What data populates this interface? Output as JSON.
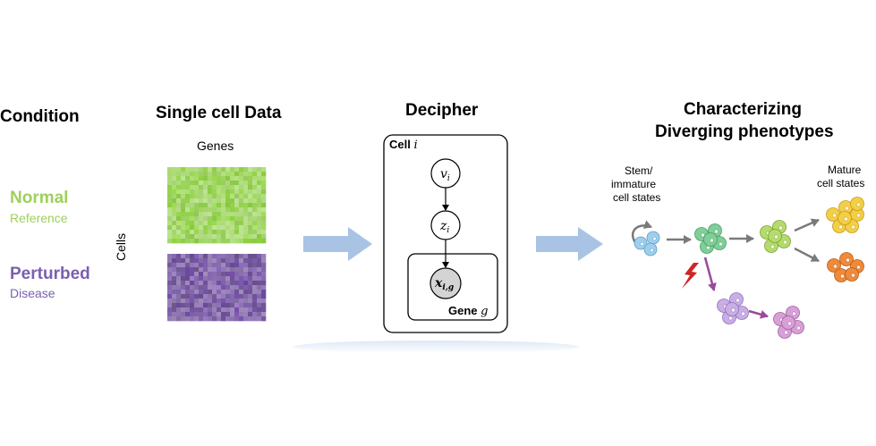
{
  "headers": {
    "condition": "Condition",
    "single_cell": "Single cell Data",
    "decipher": "Decipher",
    "characterizing_line1": "Characterizing",
    "characterizing_line2": "Diverging phenotypes"
  },
  "matrix": {
    "genes_label": "Genes",
    "cells_label": "Cells"
  },
  "conditions": {
    "normal": "Normal",
    "reference": "Reference",
    "perturbed": "Perturbed",
    "disease": "Disease"
  },
  "model": {
    "plate_outer": "Cell",
    "plate_outer_index": "i",
    "plate_inner": "Gene",
    "plate_inner_index": "g",
    "node_v": "v",
    "node_v_sub": "i",
    "node_z": "z",
    "node_z_sub": "i",
    "node_x": "x",
    "node_x_sub": "i,g"
  },
  "phenotypes": {
    "stem_line1": "Stem/",
    "stem_line2": "immature",
    "stem_line3": "cell states",
    "mature_line1": "Mature",
    "mature_line2": "cell states"
  },
  "colors": {
    "normal_green": "#9fd05b",
    "perturbed_purple": "#7b5fb0",
    "flow_arrow": "#a9c3e4",
    "stem_blue": "#9ecfee",
    "progenitor_green": "#7fcf98",
    "mature_yellow": "#f4cf45",
    "mature_orange": "#ef8a3a",
    "disease_lilac": "#c9aee6",
    "disease_pink": "#d9a0d8",
    "perturbation_red": "#d32424"
  }
}
